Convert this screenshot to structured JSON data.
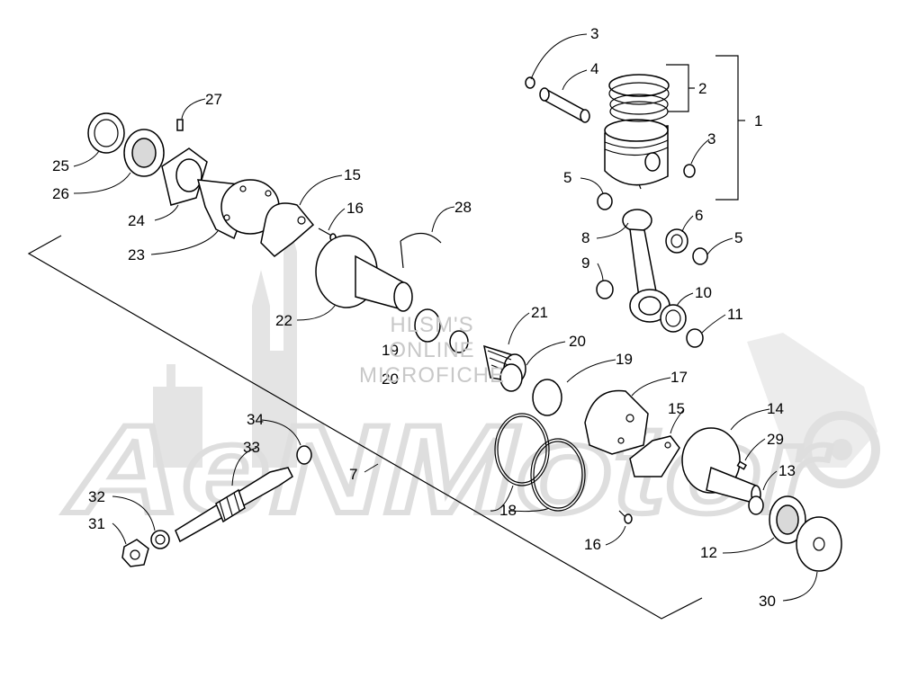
{
  "watermark": {
    "lines": [
      "HLSM'S",
      "ONLINE",
      "MICROFICHE"
    ],
    "brand": "AeNMotor"
  },
  "callouts": [
    {
      "id": "c1",
      "label": "1"
    },
    {
      "id": "c2",
      "label": "2"
    },
    {
      "id": "c3a",
      "label": "3"
    },
    {
      "id": "c3b",
      "label": "3"
    },
    {
      "id": "c4",
      "label": "4"
    },
    {
      "id": "c5a",
      "label": "5"
    },
    {
      "id": "c5b",
      "label": "5"
    },
    {
      "id": "c6",
      "label": "6"
    },
    {
      "id": "c7",
      "label": "7"
    },
    {
      "id": "c8",
      "label": "8"
    },
    {
      "id": "c9",
      "label": "9"
    },
    {
      "id": "c10",
      "label": "10"
    },
    {
      "id": "c11",
      "label": "11"
    },
    {
      "id": "c12",
      "label": "12"
    },
    {
      "id": "c13",
      "label": "13"
    },
    {
      "id": "c14",
      "label": "14"
    },
    {
      "id": "c15a",
      "label": "15"
    },
    {
      "id": "c15b",
      "label": "15"
    },
    {
      "id": "c16a",
      "label": "16"
    },
    {
      "id": "c16b",
      "label": "16"
    },
    {
      "id": "c17",
      "label": "17"
    },
    {
      "id": "c18",
      "label": "18"
    },
    {
      "id": "c19a",
      "label": "19"
    },
    {
      "id": "c19b",
      "label": "19"
    },
    {
      "id": "c20a",
      "label": "20"
    },
    {
      "id": "c20b",
      "label": "20"
    },
    {
      "id": "c21",
      "label": "21"
    },
    {
      "id": "c22",
      "label": "22"
    },
    {
      "id": "c23",
      "label": "23"
    },
    {
      "id": "c24",
      "label": "24"
    },
    {
      "id": "c25",
      "label": "25"
    },
    {
      "id": "c26",
      "label": "26"
    },
    {
      "id": "c27",
      "label": "27"
    },
    {
      "id": "c28",
      "label": "28"
    },
    {
      "id": "c29",
      "label": "29"
    },
    {
      "id": "c30",
      "label": "30"
    },
    {
      "id": "c31",
      "label": "31"
    },
    {
      "id": "c32",
      "label": "32"
    },
    {
      "id": "c33",
      "label": "33"
    },
    {
      "id": "c34",
      "label": "34"
    }
  ]
}
